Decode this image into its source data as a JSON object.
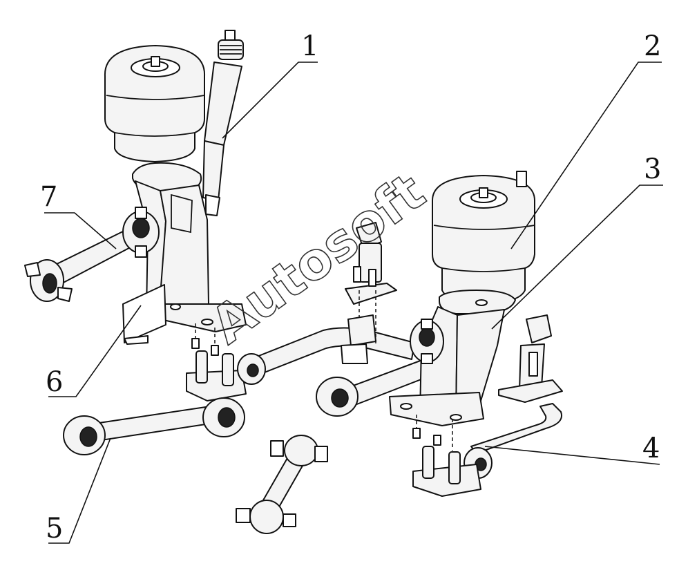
{
  "callouts": [
    {
      "id": "1",
      "label": "1"
    },
    {
      "id": "2",
      "label": "2"
    },
    {
      "id": "3",
      "label": "3"
    },
    {
      "id": "4",
      "label": "4"
    },
    {
      "id": "5",
      "label": "5"
    },
    {
      "id": "6",
      "label": "6"
    },
    {
      "id": "7",
      "label": "7"
    }
  ],
  "watermark": "Autosoft",
  "colors": {
    "ink": "#111111",
    "paper": "#ffffff",
    "fill": "#f4f4f4"
  }
}
